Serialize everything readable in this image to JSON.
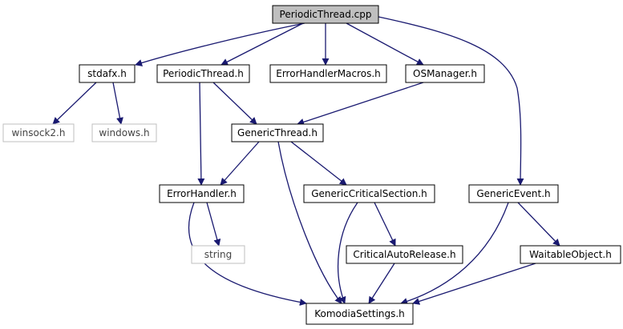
{
  "colors": {
    "edge": "#191970",
    "node_border": "#000000",
    "node_border_missing": "#bfbfbf",
    "root_fill": "#bfbfbf",
    "node_fill": "#ffffff"
  },
  "nodes": {
    "periodicthread_cpp": {
      "label": "PeriodicThread.cpp",
      "kind": "root"
    },
    "stdafx_h": {
      "label": "stdafx.h",
      "kind": "normal"
    },
    "periodicthread_h": {
      "label": "PeriodicThread.h",
      "kind": "normal"
    },
    "errorhandlermacros_h": {
      "label": "ErrorHandlerMacros.h",
      "kind": "normal"
    },
    "osmanager_h": {
      "label": "OSManager.h",
      "kind": "normal"
    },
    "winsock2_h": {
      "label": "winsock2.h",
      "kind": "missing"
    },
    "windows_h": {
      "label": "windows.h",
      "kind": "missing"
    },
    "genericthread_h": {
      "label": "GenericThread.h",
      "kind": "normal"
    },
    "errorhandler_h": {
      "label": "ErrorHandler.h",
      "kind": "normal"
    },
    "genericcriticalsection_h": {
      "label": "GenericCriticalSection.h",
      "kind": "normal"
    },
    "genericevent_h": {
      "label": "GenericEvent.h",
      "kind": "normal"
    },
    "string": {
      "label": "string",
      "kind": "missing"
    },
    "criticalautorelease_h": {
      "label": "CriticalAutoRelease.h",
      "kind": "normal"
    },
    "waitableobject_h": {
      "label": "WaitableObject.h",
      "kind": "normal"
    },
    "komodiasettings_h": {
      "label": "KomodiaSettings.h",
      "kind": "normal"
    }
  },
  "edges": [
    {
      "from": "periodicthread_cpp",
      "to": "stdafx_h"
    },
    {
      "from": "periodicthread_cpp",
      "to": "periodicthread_h"
    },
    {
      "from": "periodicthread_cpp",
      "to": "errorhandlermacros_h"
    },
    {
      "from": "periodicthread_cpp",
      "to": "osmanager_h"
    },
    {
      "from": "periodicthread_cpp",
      "to": "genericevent_h"
    },
    {
      "from": "stdafx_h",
      "to": "winsock2_h"
    },
    {
      "from": "stdafx_h",
      "to": "windows_h"
    },
    {
      "from": "periodicthread_h",
      "to": "genericthread_h"
    },
    {
      "from": "periodicthread_h",
      "to": "errorhandler_h"
    },
    {
      "from": "osmanager_h",
      "to": "genericthread_h"
    },
    {
      "from": "genericthread_h",
      "to": "errorhandler_h"
    },
    {
      "from": "genericthread_h",
      "to": "genericcriticalsection_h"
    },
    {
      "from": "genericthread_h",
      "to": "komodiasettings_h"
    },
    {
      "from": "errorhandler_h",
      "to": "string"
    },
    {
      "from": "errorhandler_h",
      "to": "komodiasettings_h"
    },
    {
      "from": "genericcriticalsection_h",
      "to": "criticalautorelease_h"
    },
    {
      "from": "genericcriticalsection_h",
      "to": "komodiasettings_h"
    },
    {
      "from": "criticalautorelease_h",
      "to": "komodiasettings_h"
    },
    {
      "from": "genericevent_h",
      "to": "waitableobject_h"
    },
    {
      "from": "genericevent_h",
      "to": "komodiasettings_h"
    },
    {
      "from": "waitableobject_h",
      "to": "komodiasettings_h"
    }
  ]
}
